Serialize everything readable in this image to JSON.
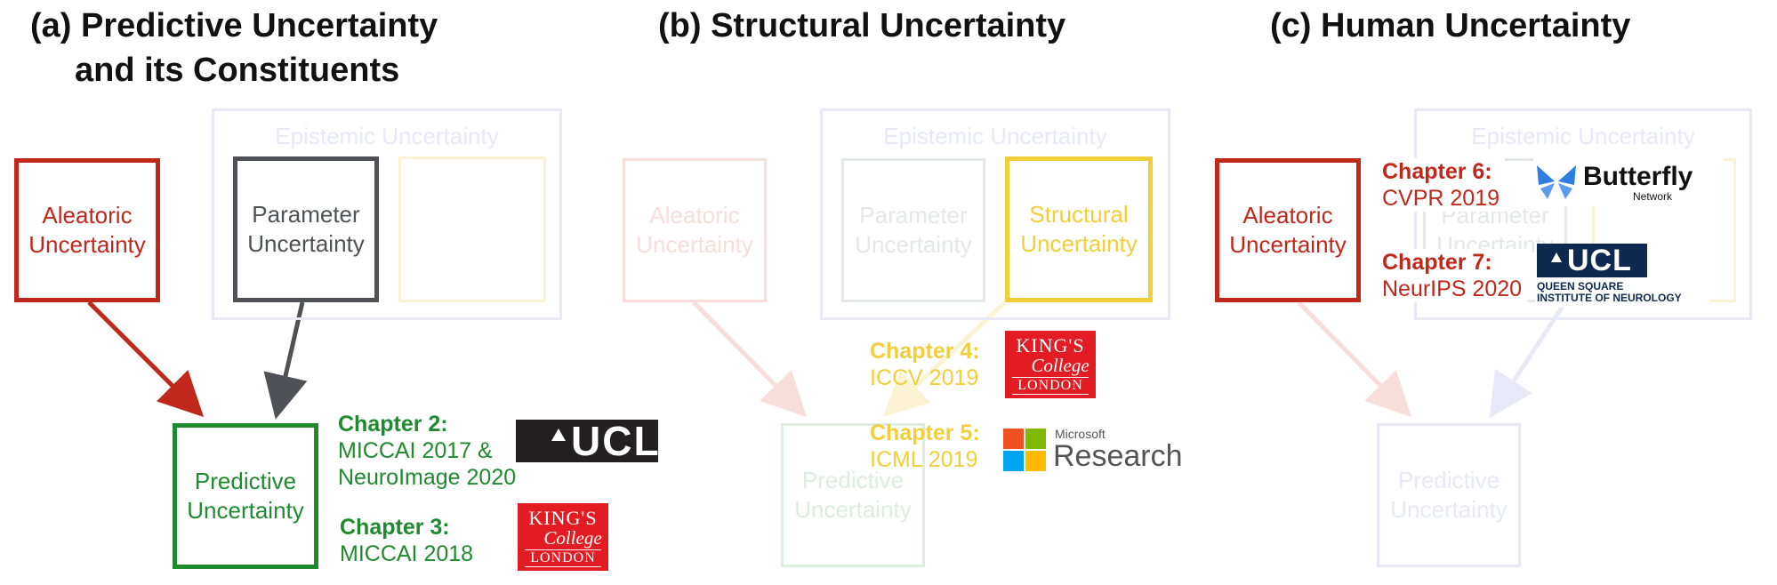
{
  "titles": {
    "a_line1": "(a) Predictive Uncertainty",
    "a_line2": "and its Constituents",
    "b": "(b) Structural Uncertainty",
    "c": "(c) Human Uncertainty"
  },
  "labels": {
    "epistemic": "Epistemic Uncertainty",
    "aleatoric_1": "Aleatoric",
    "aleatoric_2": "Uncertainty",
    "parameter_1": "Parameter",
    "parameter_2": "Uncertainty",
    "structural_1": "Structural",
    "structural_2": "Uncertainty",
    "predictive_1": "Predictive",
    "predictive_2": "Uncertainty"
  },
  "chapters": {
    "ch2_head": "Chapter 2:",
    "ch2_l1": "MICCAI 2017 &",
    "ch2_l2": "NeuroImage 2020",
    "ch3_head": "Chapter 3:",
    "ch3_l1": "MICCAI 2018",
    "ch4_head": "Chapter 4:",
    "ch4_l1": "ICCV 2019",
    "ch5_head": "Chapter 5:",
    "ch5_l1": "ICML 2019",
    "ch6_head": "Chapter 6:",
    "ch6_l1": "CVPR 2019",
    "ch7_head": "Chapter 7:",
    "ch7_l1": "NeurIPS 2020"
  },
  "logos": {
    "ucl": "UCL",
    "kcl_1": "KING'S",
    "kcl_2": "College",
    "kcl_3": "LONDON",
    "ms_1": "Microsoft",
    "ms_2": "Research",
    "butterfly_1": "Butterfly",
    "butterfly_2": "Network",
    "ucl_qs_1": "QUEEN SQUARE",
    "ucl_qs_2": "INSTITUTE OF NEUROLOGY"
  },
  "colors": {
    "aleatoric": "#c0281c",
    "parameter": "#4e5156",
    "predictive": "#1f8a2e",
    "structural": "#f2cf3a",
    "faint_red": "#f7dedb",
    "faint_grey": "#e6e7e9",
    "faint_green": "#dceedd",
    "faint_yellow": "#fbf3d3",
    "faint_blue": "#e8e9f7"
  }
}
